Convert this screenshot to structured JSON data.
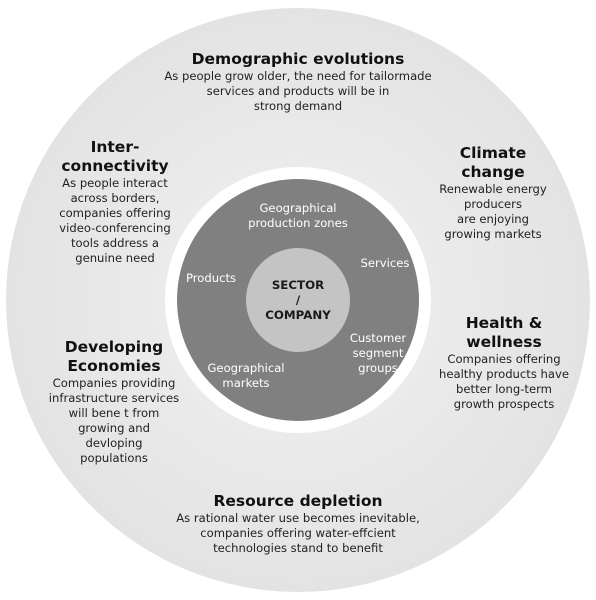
{
  "outer_segments": {
    "demographic": {
      "title": "Demographic evolutions",
      "lines": [
        "As people grow older, the need for tailormade",
        "services and products will be in",
        "strong demand"
      ]
    },
    "interconnectivity": {
      "title_lines": [
        "Inter-",
        "connectivity"
      ],
      "lines": [
        "As people interact",
        "across borders,",
        "companies offering",
        "video-conferencing",
        "tools address a",
        "genuine need"
      ]
    },
    "climate": {
      "title_lines": [
        "Climate",
        "change"
      ],
      "lines": [
        "Renewable energy",
        "producers",
        "are enjoying",
        "growing markets"
      ]
    },
    "developing": {
      "title_lines": [
        "Developing",
        "Economies"
      ],
      "lines": [
        "Companies providing",
        "infrastructure services",
        "will bene t from",
        "growing and",
        "devloping",
        "populations"
      ]
    },
    "health": {
      "title_lines": [
        "Health &",
        "wellness"
      ],
      "lines": [
        "Companies offering",
        "healthy products have",
        "better long-term",
        "growth prospects"
      ]
    },
    "resource": {
      "title": "Resource depletion",
      "lines": [
        "As rational water use becomes inevitable,",
        "companies offering water-effcient",
        "technologies stand to benefit"
      ]
    }
  },
  "inner_ring": {
    "geo_production": [
      "Geographical",
      "production zones"
    ],
    "products": "Products",
    "services": "Services",
    "customer": [
      "Customer",
      "segment",
      "groups"
    ],
    "geo_markets": [
      "Geographical",
      "markets"
    ]
  },
  "core": {
    "lines": [
      "SECTOR",
      "/",
      "COMPANY"
    ]
  },
  "colors": {
    "outer_ring": "#e6e6e6",
    "gap_ring": "#ffffff",
    "inner_ring": "#808080",
    "core": "#c4c4c4"
  }
}
